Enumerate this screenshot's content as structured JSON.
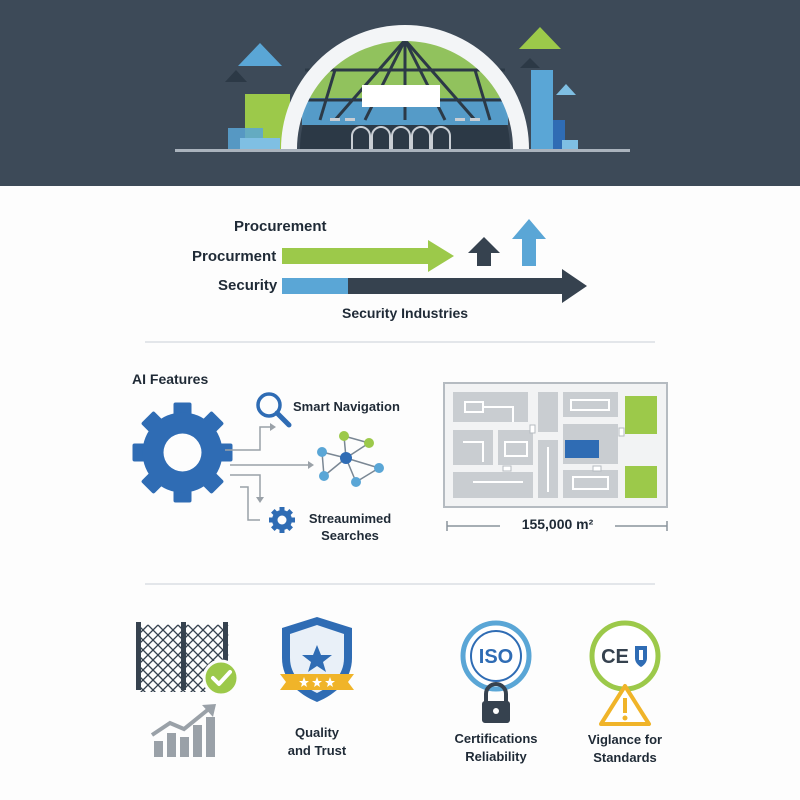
{
  "colors": {
    "navy": "#3d4a58",
    "dark": "#36424f",
    "green": "#9cc94a",
    "blue": "#5aa6d6",
    "royal": "#2f6cb4",
    "gray": "#b9bdc2",
    "amber": "#f0b429"
  },
  "flow": {
    "top_label": "Procurement",
    "bars": [
      {
        "label": "Procurment",
        "fill": 0.0
      },
      {
        "label": "Security",
        "fill": 0.22
      }
    ],
    "bottom_label": "Security Industries"
  },
  "ai": {
    "title": "AI Features",
    "gear_icon": "gear-icon",
    "items": [
      {
        "icon": "magnifier-icon",
        "label": "Smart Navigation"
      },
      {
        "icon": "network-icon",
        "label": ""
      },
      {
        "icon": "small-gear-icon",
        "label_lines": [
          "Streaumimed",
          "Searches"
        ]
      }
    ]
  },
  "floorplan": {
    "area": "155,000 m²"
  },
  "badges": [
    {
      "icon": "fence-check-icon",
      "extra_icon": "growth-chart-icon",
      "lines": []
    },
    {
      "icon": "shield-star-icon",
      "lines": [
        "Quality",
        "and Trust"
      ]
    },
    {
      "icon": "iso-lock-icon",
      "badge_text": "ISO",
      "lines": [
        "Certifications",
        "Reliability"
      ]
    },
    {
      "icon": "ce-warning-icon",
      "badge_text": "CE",
      "lines": [
        "Viglance for",
        "Standards"
      ]
    }
  ]
}
